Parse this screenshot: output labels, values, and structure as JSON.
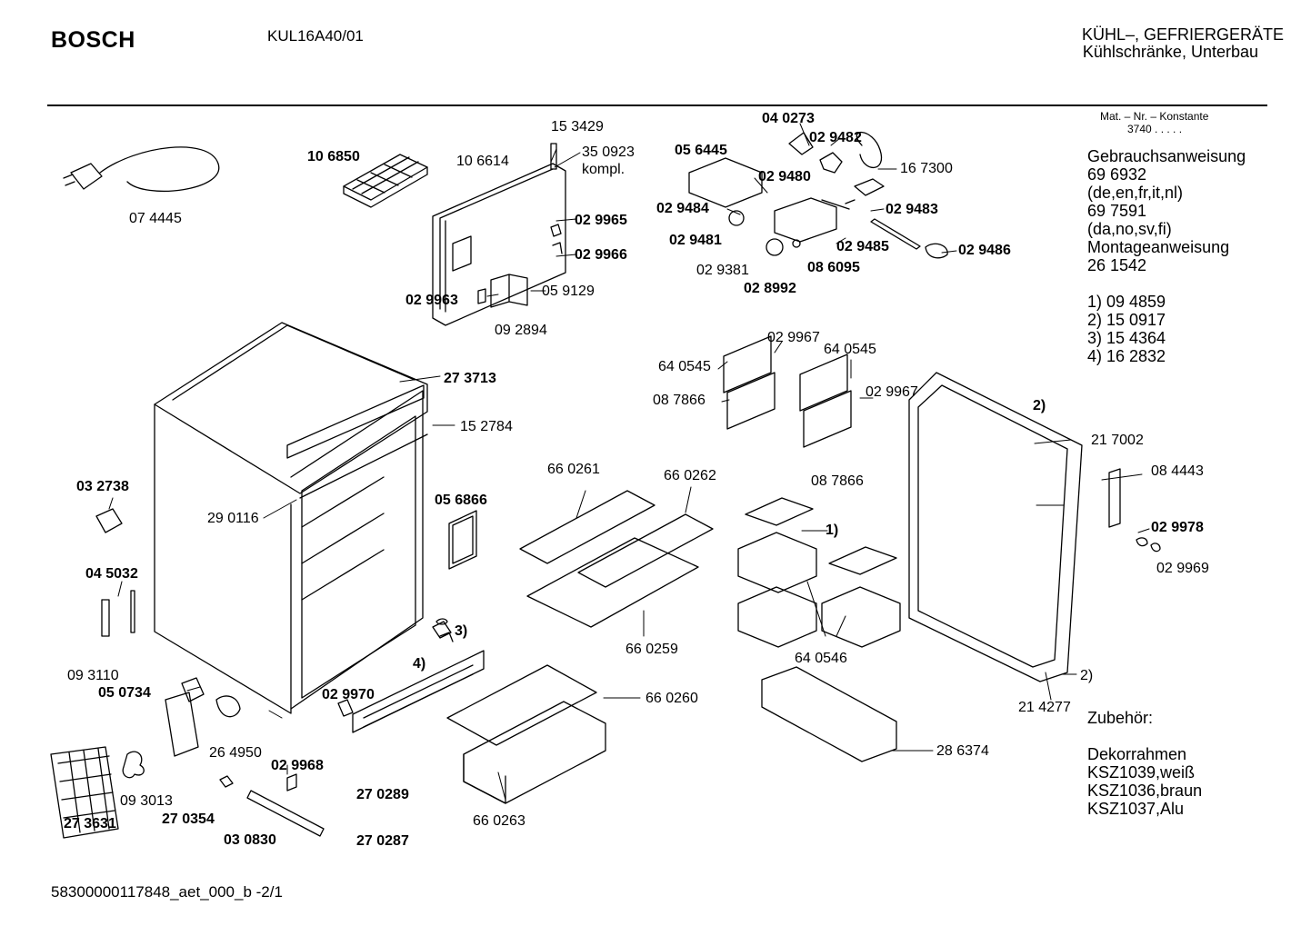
{
  "header": {
    "brand": "BOSCH",
    "model": "KUL16A40/01",
    "category_line1": "KÜHL–, GEFRIERGERÄTE",
    "category_line2": "Kühlschränke, Unterbau"
  },
  "sidebar": {
    "mat_nr_label": "Mat. – Nr. – Konstante",
    "mat_nr_value": "3740  .  .  .  .  .",
    "docs": [
      "Gebrauchsanweisung",
      "69 6932",
      "(de,en,fr,it,nl)",
      "69 7591",
      "(da,no,sv,fi)",
      "Montageanweisung",
      "26 1542"
    ],
    "footnotes": [
      "1) 09 4859",
      "2) 15 0917",
      "3) 15 4364",
      "4) 16 2832"
    ],
    "accessories_title": "Zubehör:",
    "accessories": [
      "Dekorrahmen",
      "KSZ1039,weiß",
      "KSZ1036,braun",
      "KSZ1037,Alu"
    ]
  },
  "parts": {
    "p074445": "07 4445",
    "p106850": "10 6850",
    "p106614": "10 6614",
    "p153429": "15 3429",
    "p350923": "35 0923",
    "kompl": "kompl.",
    "p029965": "02 9965",
    "p029966": "02 9966",
    "p029963": "02 9963",
    "p059129": "05 9129",
    "p092894": "09 2894",
    "p040273": "04 0273",
    "p029482": "02 9482",
    "p056445": "05 6445",
    "p029480": "02 9480",
    "p167300": "16 7300",
    "p029484": "02 9484",
    "p029483": "02 9483",
    "p029481": "02 9481",
    "p029485": "02 9485",
    "p029486": "02 9486",
    "p029381": "02 9381",
    "p086095": "08 6095",
    "p028992": "02 8992",
    "p273713": "27 3713",
    "p152784": "15 2784",
    "p290116": "29 0116",
    "p032738": "03 2738",
    "p056866": "05 6866",
    "p045032": "04 5032",
    "p093110": "09 3110",
    "p050734": "05 0734",
    "p029970": "02 9970",
    "p264950": "26 4950",
    "p029968": "02 9968",
    "p093013": "09 3013",
    "p270354": "27 0354",
    "p273631": "27 3631",
    "p030830": "03 0830",
    "p270289": "27 0289",
    "p270287": "27 0287",
    "p029967a": "02 9967",
    "p640545a": "64 0545",
    "p640545b": "64 0545",
    "p029967b": "02 9967",
    "p087866a": "08 7866",
    "p087866b": "08 7866",
    "p660261": "66 0261",
    "p660262": "66 0262",
    "p660259": "66 0259",
    "p660260": "66 0260",
    "p660263": "66 0263",
    "fn1": "1)",
    "fn2a": "2)",
    "fn2b": "2)",
    "fn3": "3)",
    "fn4": "4)",
    "p640546": "64 0546",
    "p286374": "28 6374",
    "p217002": "21 7002",
    "p084443": "08 4443",
    "p029978": "02 9978",
    "p029969": "02 9969",
    "p214277": "21 4277"
  },
  "footer": {
    "doc_id": "58300000117848_aet_000_b -2/1"
  }
}
